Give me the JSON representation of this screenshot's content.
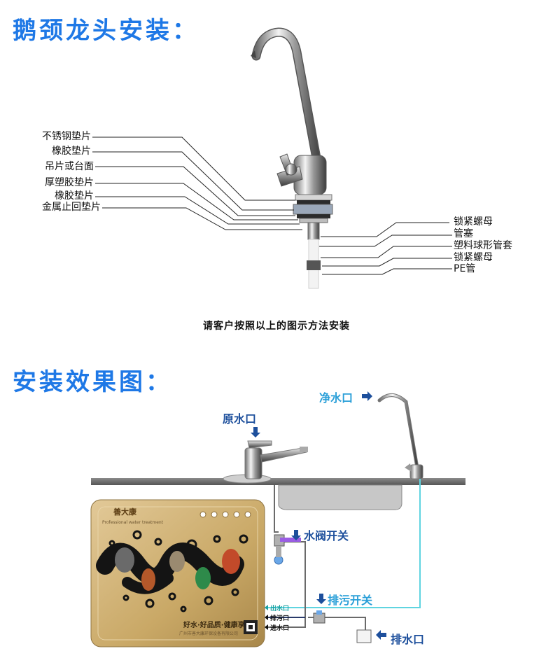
{
  "section1": {
    "title": "鹅颈龙头安装：",
    "left_labels": [
      "不锈钢垫片",
      "橡胶垫片",
      "吊片或台面",
      "厚塑胶垫片",
      "橡胶垫片",
      "金属止回垫片"
    ],
    "right_labels": [
      "锁紧螺母",
      "管塞",
      "塑料球形管套",
      "锁紧螺母",
      "PE管"
    ],
    "instruction": "请客户按照以上的图示方法安装"
  },
  "section2": {
    "title": "安装效果图：",
    "callouts": {
      "raw_water": "原水口",
      "clean_water": "净水口",
      "valve_switch": "水阀开关",
      "drain_switch": "排污开关",
      "drain_outlet": "排水口"
    },
    "ports": {
      "out": "出水口",
      "drain": "排污口",
      "in": "进水口"
    },
    "device": {
      "brand": "善大康",
      "brand_sub": "Professional water treatment",
      "slogan": "好水·好品质·健康享",
      "company": "广州市善大康环保设备有限公司"
    }
  },
  "colors": {
    "title": "#1e78e6",
    "callout": "#1d4f9c",
    "pipe_clean": "#5fd4e0",
    "device_gold": "#c9a866"
  }
}
